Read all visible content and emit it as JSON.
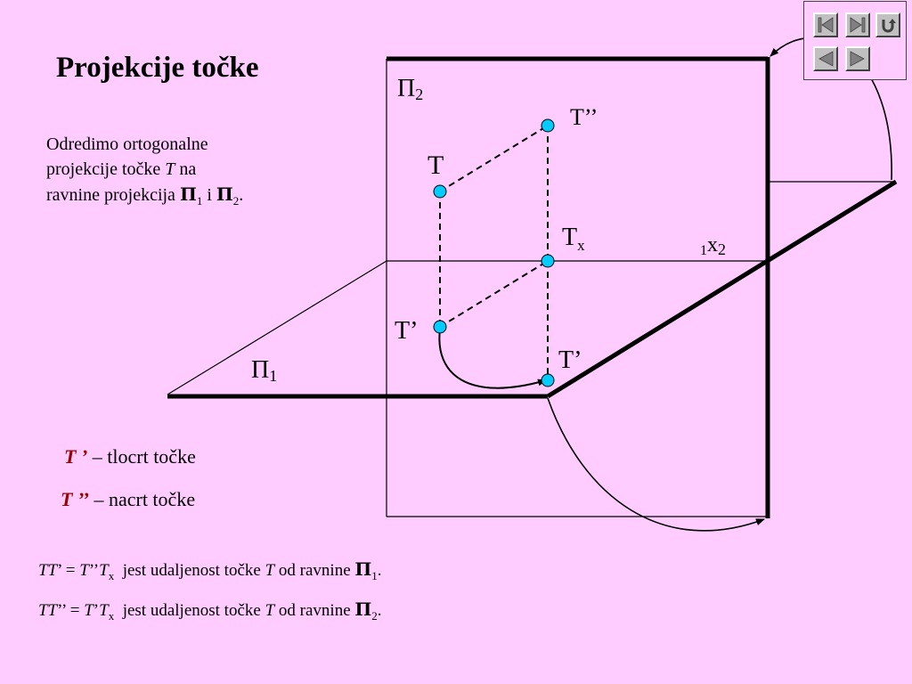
{
  "title": "Projekcije točke",
  "intro": {
    "line1": "Odredimo ortogonalne",
    "line2_pre": "projekcije točke ",
    "point_T": "T",
    "line2_post": " na",
    "line3_pre": "ravnine projekcija ",
    "pi_symbol": "Π",
    "sub1": "1",
    "and": " i ",
    "sub2": "2",
    "period": "."
  },
  "diagram": {
    "plane_pi2": {
      "symbol": "Π",
      "sub": "2"
    },
    "plane_pi1": {
      "symbol": "Π",
      "sub": "1"
    },
    "label_T": "T",
    "label_T_double": "T’’",
    "label_Tx_main": "T",
    "label_Tx_sub": "x",
    "label_T_prime_left": "T’",
    "label_T_prime_rotated": "T’",
    "axis_pre": "1",
    "axis_main": "x",
    "axis_post": "2",
    "point_color": "#00ccff"
  },
  "legend": {
    "item1_symbol": "T ’",
    "item1_text": " – tlocrt točke",
    "item2_symbol": "T ’’",
    "item2_text": " – nacrt točke",
    "symbol_color": "#990000"
  },
  "equations": {
    "eq1": {
      "lhs_a": "TT",
      "lhs_b": "’ = ",
      "rhs_a": "T",
      "rhs_b": "’’",
      "rhs_c": "T",
      "rhs_sub": "x",
      "text": "  jest udaljenost točke ",
      "point": "T",
      "text2": " od ravnine ",
      "pi": "Π",
      "sub": "1",
      "end": "."
    },
    "eq2": {
      "lhs_a": "TT",
      "lhs_b": "’’ = ",
      "rhs_a": "T",
      "rhs_b": "’",
      "rhs_c": "T",
      "rhs_sub": "x",
      "text": "  jest udaljenost točke ",
      "point": "T",
      "text2": " od ravnine ",
      "pi": "Π",
      "sub": "2",
      "end": "."
    }
  },
  "navigation": {
    "first": "first-slide-icon",
    "last": "last-slide-icon",
    "return": "return-icon",
    "prev": "previous-slide-icon",
    "next": "next-slide-icon"
  }
}
